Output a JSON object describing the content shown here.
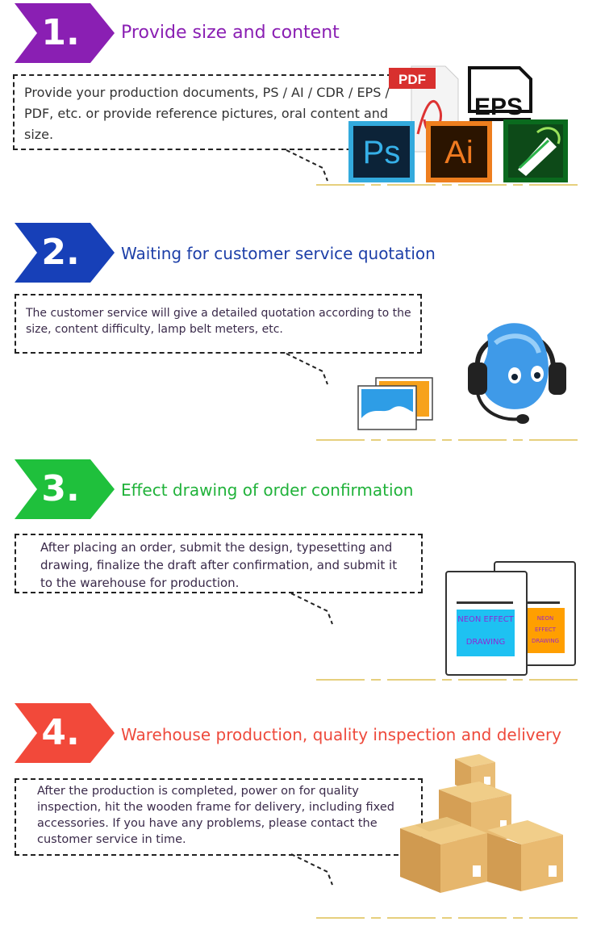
{
  "steps": [
    {
      "number": "1.",
      "title": "Provide size and content",
      "description": "Provide your production documents, PS / AI / CDR / EPS / PDF, etc. or provide reference pictures, oral content and size.",
      "color": "#8a1fb3",
      "title_color": "#8a1fb3"
    },
    {
      "number": "2.",
      "title": "Waiting for customer service quotation",
      "description": "The customer service will give a detailed quotation according to the size, content difficulty, lamp belt meters, etc.",
      "color": "#1740b8",
      "title_color": "#1d3fa8"
    },
    {
      "number": "3.",
      "title": "Effect drawing of order confirmation",
      "description": "After placing an order, submit the design, typesetting and drawing, finalize the draft after confirmation, and submit it to the warehouse for production.",
      "color": "#1fc03c",
      "title_color": "#20b23a"
    },
    {
      "number": "4.",
      "title": "Warehouse production, quality inspection and delivery",
      "description": "After the production is completed, power on for quality inspection, hit the wooden frame for delivery, including fixed accessories. If you have any problems, please contact the customer service in time.",
      "color": "#f2493a",
      "title_color": "#ee4a3c"
    }
  ],
  "icons": {
    "pdf": "PDF",
    "eps": "EPS",
    "ps": "Ps",
    "ai": "Ai"
  },
  "neon_card_front": {
    "line1": "NEON EFFECT",
    "line2": "DRAWING"
  },
  "neon_card_back": {
    "line1": "NEON EFFECT",
    "line2": "DRAWING"
  },
  "accent_ground": "#e6cf7d"
}
